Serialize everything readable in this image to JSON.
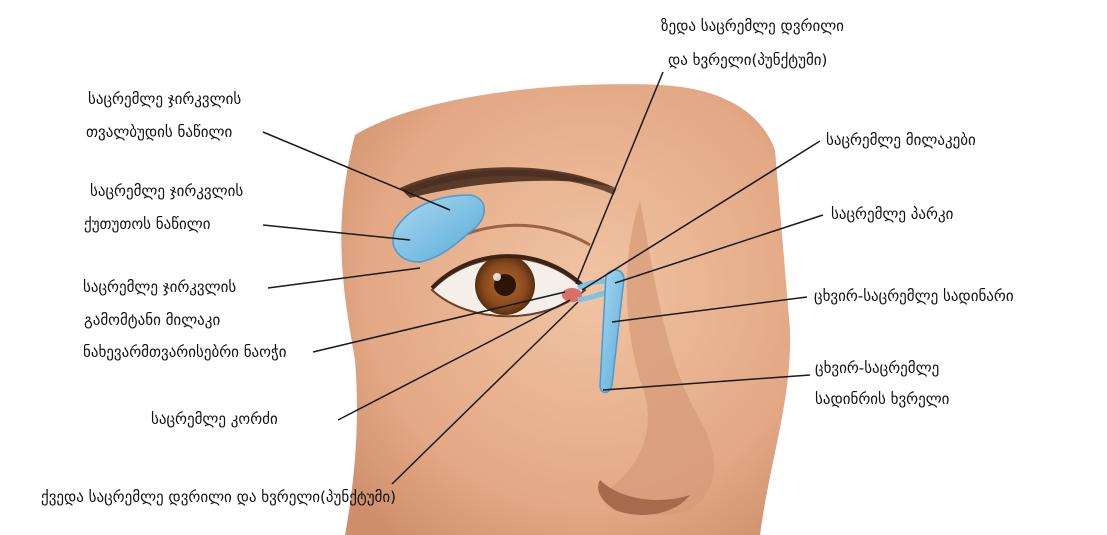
{
  "labels": {
    "gland_orbital_1": "საცრემლე ჯირკვლის",
    "gland_orbital_2": "თვალბუდის ნაწილი",
    "gland_palpebral_1": "საცრემლე ჯირკვლის",
    "gland_palpebral_2": "ქუთუთოს ნაწილი",
    "gland_ducts_1": "საცრემლე ჯირკვლის",
    "gland_ducts_2": "გამომტანი მილაკი",
    "semilunar_fold": "ნახევარმთვარისებრი ნაოჭი",
    "caruncle": "საცრემლე კორძი",
    "lower_punctum": "ქვედა საცრემლე დვრილი და ხვრელი(პუნქტუმი)",
    "upper_punctum_1": "ზედა საცრემლე დვრილი",
    "upper_punctum_2": "და ხვრელი(პუნქტუმი)",
    "canaliculi": "საცრემლე მილაკები",
    "sac": "საცრემლე პარკი",
    "nasolacrimal_duct": "ცხვირ-საცრემლე სადინარი",
    "duct_opening_1": "ცხვირ-საცრემლე",
    "duct_opening_2": "სადინრის ხვრელი"
  },
  "colors": {
    "skin": "#e9b491",
    "skin_shadow": "#c98a69",
    "iris": "#8a4a1e",
    "gland_blue": "#7fc2e6",
    "leader_line": "#1a1a1a"
  }
}
